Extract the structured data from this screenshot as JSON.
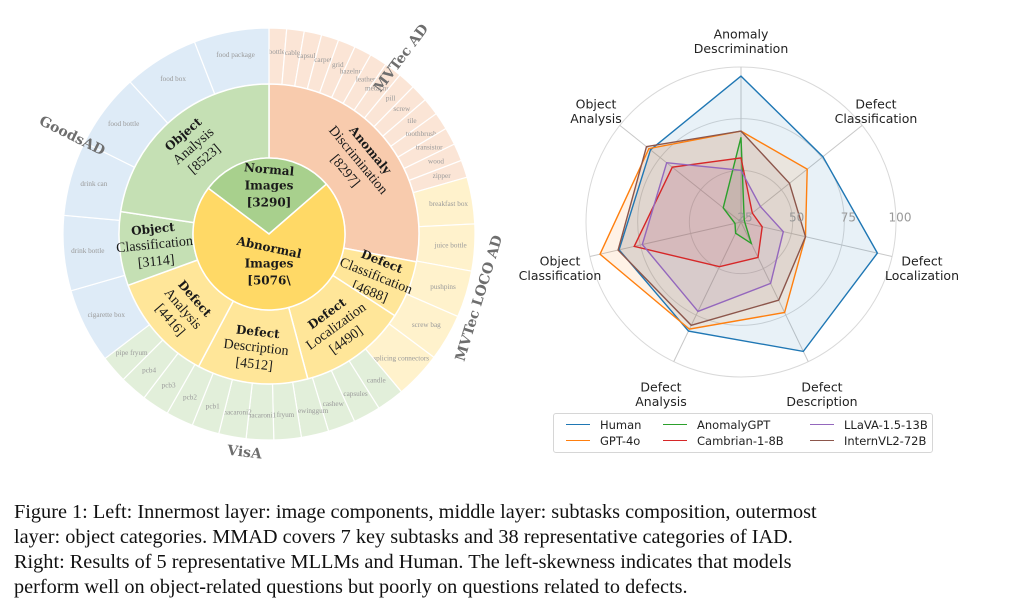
{
  "sunburst": {
    "inner": [
      {
        "line1": "Normal",
        "line2": "Images",
        "count": "[3290]",
        "start": -53,
        "end": 49,
        "color": "#a8d08d"
      },
      {
        "line1": "Abnormal",
        "line2": "Images",
        "count": "[5076\\",
        "start": 49,
        "end": 307,
        "color": "#ffd966"
      }
    ],
    "middle": [
      {
        "bold": "Anomaly",
        "normal": "Discrimination",
        "count": "[8297]",
        "start": 0,
        "end": 100.7,
        "color": "#f8cbad"
      },
      {
        "bold": "Defect",
        "normal": "Classification",
        "count": "[4688]",
        "start": 100.7,
        "end": 123,
        "color": "#ffe699"
      },
      {
        "bold": "Defect",
        "normal": "Localization",
        "count": "[4490]",
        "start": 123,
        "end": 165,
        "color": "#ffe699"
      },
      {
        "bold": "Defect",
        "normal": "Description",
        "count": "[4512]",
        "start": 165,
        "end": 208,
        "color": "#ffe699"
      },
      {
        "bold": "Defect",
        "normal": "Analysis",
        "count": "[4416]",
        "start": 208,
        "end": 250,
        "color": "#ffe699"
      },
      {
        "bold": "Object",
        "normal": "Classification",
        "count": "[3114]",
        "start": 250,
        "end": 278.6,
        "color": "#c5e0b4"
      },
      {
        "bold": "Object",
        "normal": "Analysis",
        "count": "[8523]",
        "start": 278.6,
        "end": 360,
        "color": "#c5e0b4"
      }
    ],
    "datasets": [
      {
        "name": "MVTec AD",
        "start": 0,
        "end": 74,
        "color": "#fbe5d6",
        "categories": [
          "bottle",
          "cable",
          "capsule",
          "carpet",
          "grid",
          "hazelnut",
          "leather",
          "metal nut",
          "pill",
          "screw",
          "tile",
          "toothbrush",
          "transistor",
          "wood",
          "zipper"
        ]
      },
      {
        "name": "MVTec LOCO AD",
        "start": 74,
        "end": 140,
        "color": "#fff2cc",
        "categories": [
          "breakfast box",
          "juice bottle",
          "pushpins",
          "screw bag",
          "splicing connectors"
        ]
      },
      {
        "name": "VisA",
        "start": 140,
        "end": 232.8,
        "color": "#e2efda",
        "categories": [
          "candle",
          "capsules",
          "cashew",
          "chewinggum",
          "fryum",
          "macaroni1",
          "macaroni2",
          "pcb1",
          "pcb2",
          "pcb3",
          "pcb4",
          "pipe fryum"
        ]
      },
      {
        "name": "GoodsAD",
        "start": 232.8,
        "end": 360,
        "color": "#deebf7",
        "categories": [
          "cigarette box",
          "drink bottle",
          "drink can",
          "food bottle",
          "food box",
          "food package"
        ]
      }
    ]
  },
  "chart_data": [
    {
      "type": "sunburst",
      "title": "",
      "inner_layer": [
        {
          "label": "Normal Images",
          "value": 3290
        },
        {
          "label": "Abnormal Images",
          "value": 5076
        }
      ],
      "middle_layer": [
        {
          "label": "Anomaly Discrimination",
          "value": 8297
        },
        {
          "label": "Defect Classification",
          "value": 4688
        },
        {
          "label": "Defect Localization",
          "value": 4490
        },
        {
          "label": "Defect Description",
          "value": 4512
        },
        {
          "label": "Defect Analysis",
          "value": 4416
        },
        {
          "label": "Object Classification",
          "value": 3114
        },
        {
          "label": "Object Analysis",
          "value": 8523
        }
      ],
      "outer_layer_datasets": [
        "MVTec AD",
        "MVTec LOCO AD",
        "VisA",
        "GoodsAD"
      ],
      "outer_layer_category_count": 38
    },
    {
      "type": "radar",
      "axes": [
        "Anomaly Descrimination",
        "Defect Classification",
        "Defect Localization",
        "Defect Description",
        "Defect Analysis",
        "Object Classification",
        "Object Analysis"
      ],
      "axis_labels": [
        [
          "Anomaly",
          "Descrimination"
        ],
        [
          "Defect",
          "Classification"
        ],
        [
          "Defect",
          "Localization"
        ],
        [
          "Defect",
          "Description"
        ],
        [
          "Defect",
          "Analysis"
        ],
        [
          "Object",
          "Classification"
        ],
        [
          "Object",
          "Analysis"
        ]
      ],
      "rlim": [
        25,
        100
      ],
      "rticks": [
        "25",
        "50",
        "75",
        "100"
      ],
      "grid": true,
      "legend": "bottom",
      "series": [
        {
          "name": "Human",
          "color": "#1f77b4",
          "filled": true,
          "values": [
            95.6,
            75.7,
            92.7,
            94.5,
            83.6,
            85.5,
            81.0
          ]
        },
        {
          "name": "GPT-4o",
          "color": "#ff7f0e",
          "filled": true,
          "values": [
            69.0,
            66.0,
            57.0,
            73.6,
            82.5,
            95.0,
            82.0
          ]
        },
        {
          "name": "AnomalyGPT",
          "color": "#2ca02c",
          "filled": true,
          "values": [
            66.0,
            27.0,
            27.0,
            36.5,
            31.0,
            28.0,
            36.0
          ]
        },
        {
          "name": "Cambrian-1-8B",
          "color": "#d62728",
          "filled": true,
          "values": [
            56.0,
            32.0,
            35.5,
            44.0,
            49.0,
            78.0,
            67.5
          ]
        },
        {
          "name": "LLaVA-1.5-13B",
          "color": "#9467bd",
          "filled": true,
          "values": [
            50.0,
            37.0,
            46.0,
            58.0,
            73.0,
            74.0,
            71.0
          ]
        },
        {
          "name": "InternVL2-72B",
          "color": "#8c564b",
          "filled": true,
          "values": [
            69.0,
            55.0,
            57.0,
            67.0,
            80.5,
            86.0,
            83.5
          ]
        }
      ]
    }
  ],
  "legend": {
    "items": [
      {
        "label": "Human",
        "color": "#1f77b4"
      },
      {
        "label": "GPT-4o",
        "color": "#ff7f0e"
      },
      {
        "label": "AnomalyGPT",
        "color": "#2ca02c"
      },
      {
        "label": "Cambrian-1-8B",
        "color": "#d62728"
      },
      {
        "label": "LLaVA-1.5-13B",
        "color": "#9467bd"
      },
      {
        "label": "InternVL2-72B",
        "color": "#8c564b"
      }
    ]
  },
  "caption": {
    "lines": [
      "Figure 1: Left: Innermost layer: image components, middle layer: subtasks composition, outermost",
      "layer:  object categories.  MMAD covers 7 key subtasks and 38 representative categories of IAD.",
      "Right:  Results of 5 representative MLLMs and Human.  The left-skewness indicates that models",
      "perform well on object-related questions but poorly on questions related to defects."
    ]
  }
}
